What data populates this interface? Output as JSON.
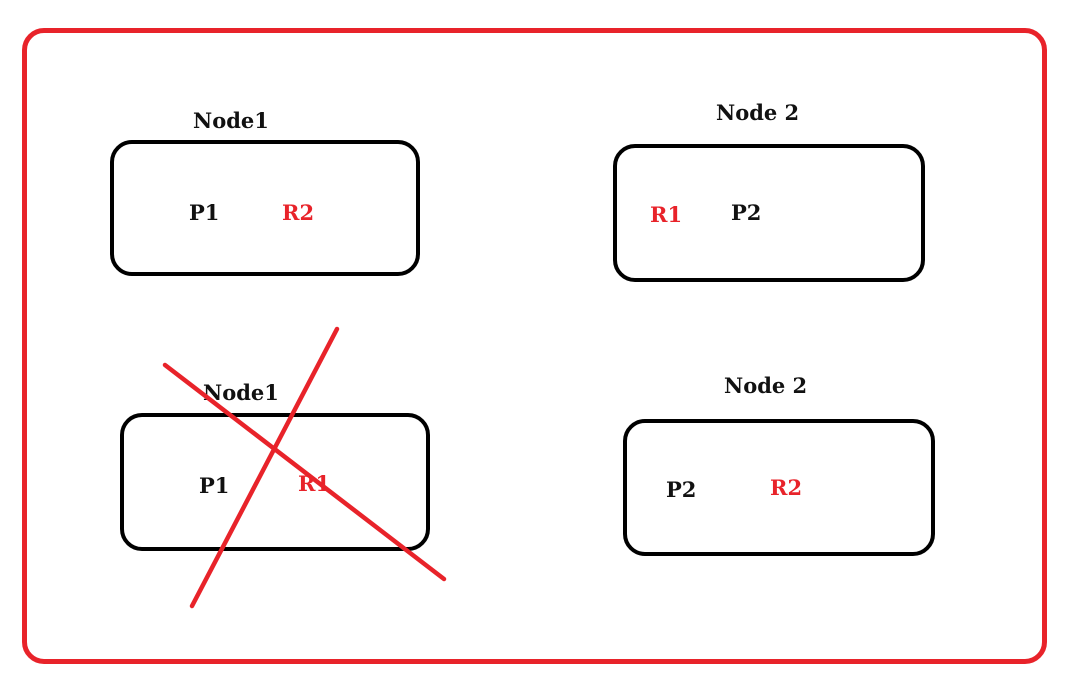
{
  "colors": {
    "frame": "#e8232a",
    "box": "#000000",
    "primary_text": "#111111",
    "replica_text": "#e8232a",
    "cross": "#e8232a"
  },
  "top_left": {
    "title": "Node1",
    "left_label": "P1",
    "right_label": "R2"
  },
  "top_right": {
    "title": "Node 2",
    "left_label": "R1",
    "right_label": "P2"
  },
  "bottom_left": {
    "title": "Node1",
    "left_label": "P1",
    "right_label": "R1",
    "crossed_out": true
  },
  "bottom_right": {
    "title": "Node 2",
    "left_label": "P2",
    "right_label": "R2"
  }
}
